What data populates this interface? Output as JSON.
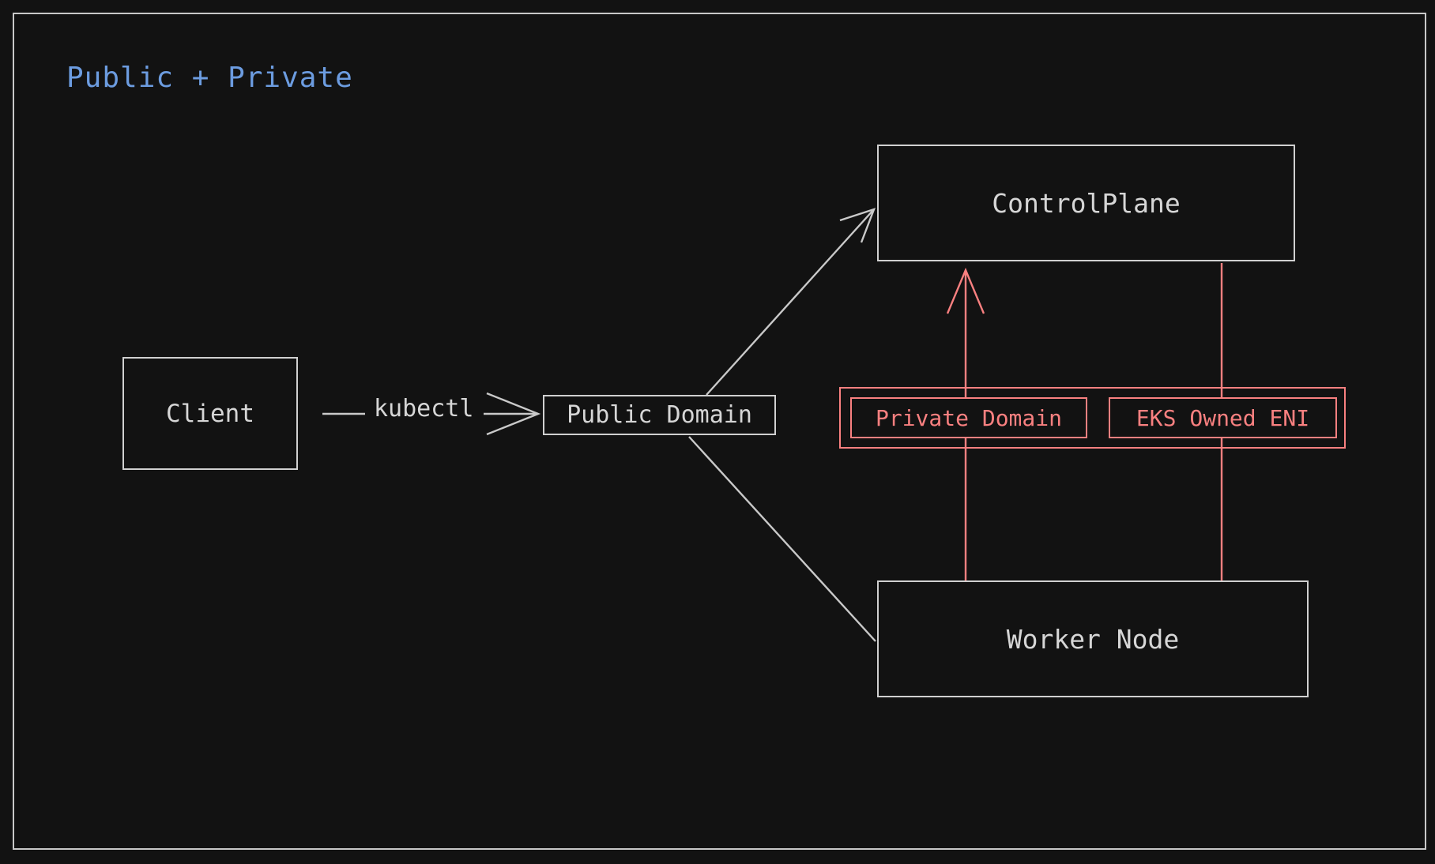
{
  "diagram": {
    "title": "Public + Private",
    "title_color": "#6c9ce0",
    "background_color": "#121212",
    "frame_color": "#c8c8c8",
    "node_color": "#d0d0d0",
    "accent_red": "#f98080",
    "nodes": [
      {
        "id": "controlplane",
        "label": "ControlPlane",
        "style": "white"
      },
      {
        "id": "client",
        "label": "Client",
        "style": "white"
      },
      {
        "id": "public_domain",
        "label": "Public Domain",
        "style": "white"
      },
      {
        "id": "worker_node",
        "label": "Worker Node",
        "style": "white"
      },
      {
        "id": "private_domain",
        "label": "Private Domain",
        "style": "red"
      },
      {
        "id": "eks_owned_eni",
        "label": "EKS Owned ENI",
        "style": "red"
      }
    ],
    "edges": [
      {
        "id": "client-to-public",
        "from": "client",
        "to": "public_domain",
        "label": "kubectl",
        "color": "#c9c9c9",
        "arrow": "open"
      },
      {
        "id": "public-to-controlplane",
        "from": "public_domain",
        "to": "controlplane",
        "label": "",
        "color": "#c9c9c9",
        "arrow": "open"
      },
      {
        "id": "public-to-worker",
        "from": "public_domain",
        "to": "worker_node",
        "label": "",
        "color": "#c9c9c9",
        "arrow": "none"
      },
      {
        "id": "worker-to-controlplane",
        "from": "worker_node",
        "to": "controlplane",
        "label": "",
        "color": "#f98080",
        "arrow": "open"
      },
      {
        "id": "eni-link",
        "from": "worker_node",
        "to": "controlplane",
        "label": "",
        "color": "#f98080",
        "arrow": "none"
      }
    ]
  }
}
